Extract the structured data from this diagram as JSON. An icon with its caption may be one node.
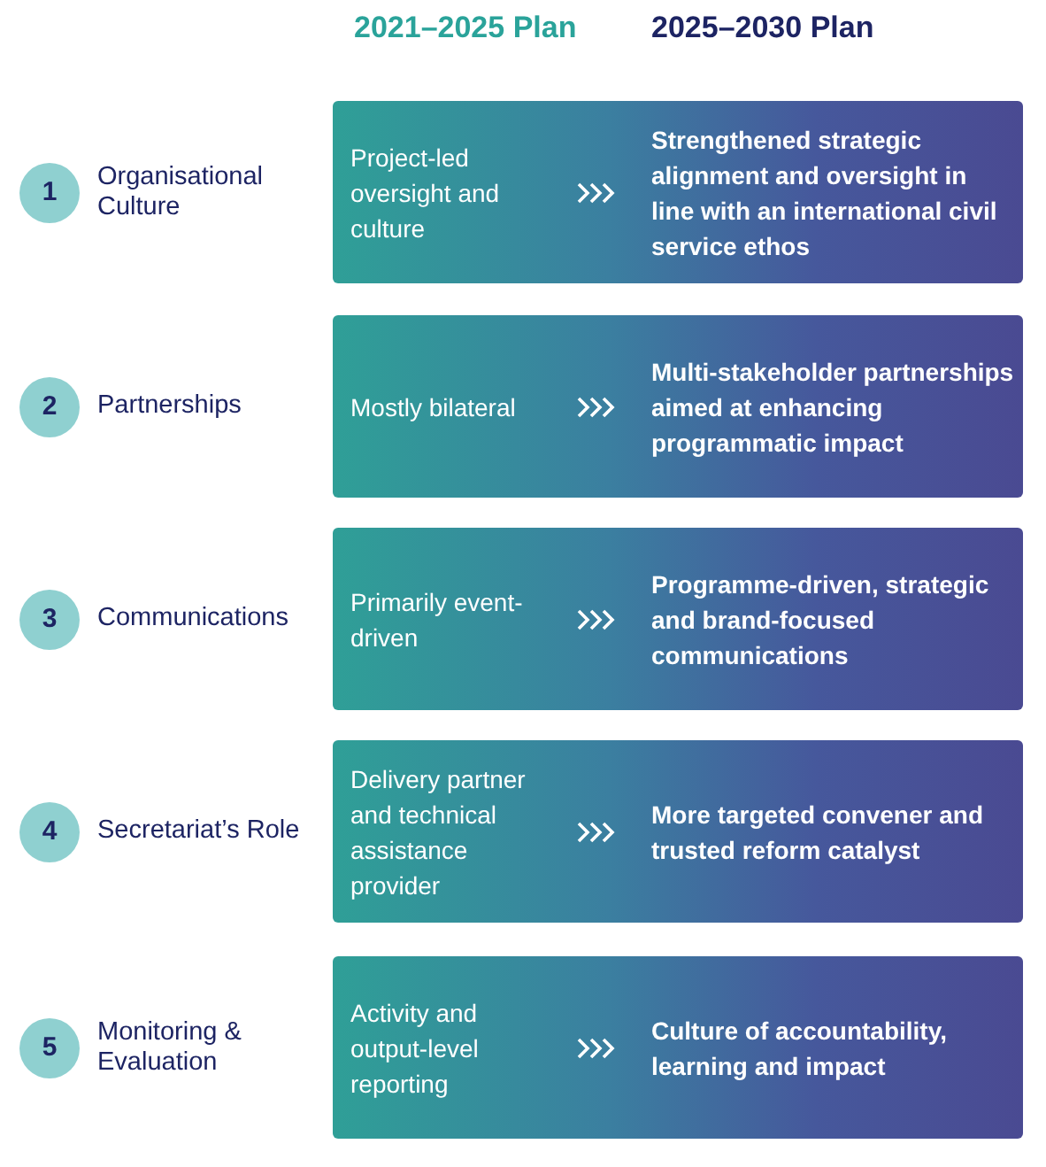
{
  "diagram": {
    "nodes": [
      {
        "text": [
          "1"
        ],
        "beside": [
          "Organisational Culture"
        ]
      },
      {
        "text": [
          "Project-led oversight and culture",
          "Strengthened strategic alignment and oversight in line with an international civil service ethos"
        ]
      },
      {
        "text": [
          "2"
        ],
        "beside": [
          "Partnerships"
        ]
      },
      {
        "text": [
          "Mostly bilateral",
          "Multi-stakeholder partnerships aimed at enhancing programmatic impact"
        ]
      },
      {
        "text": [
          "3"
        ],
        "beside": [
          "Communications"
        ]
      },
      {
        "text": [
          "Primarily event-driven",
          "Programme-driven, strategic and brand-focused communications"
        ]
      },
      {
        "text": [
          "4"
        ],
        "beside": [
          "Secretariat’s Role"
        ]
      },
      {
        "text": [
          "Delivery partner and technical assistance provider",
          "More targeted convener and trusted reform catalyst"
        ]
      },
      {
        "text": [
          "5"
        ],
        "beside": [
          "Monitoring & Evaluation"
        ]
      },
      {
        "text": [
          "Activity and output-level reporting",
          "Culture of accountability, learning and impact"
        ]
      }
    ],
    "labels": [
      "2021–2025 Plan",
      "2025–2030 Plan"
    ]
  }
}
